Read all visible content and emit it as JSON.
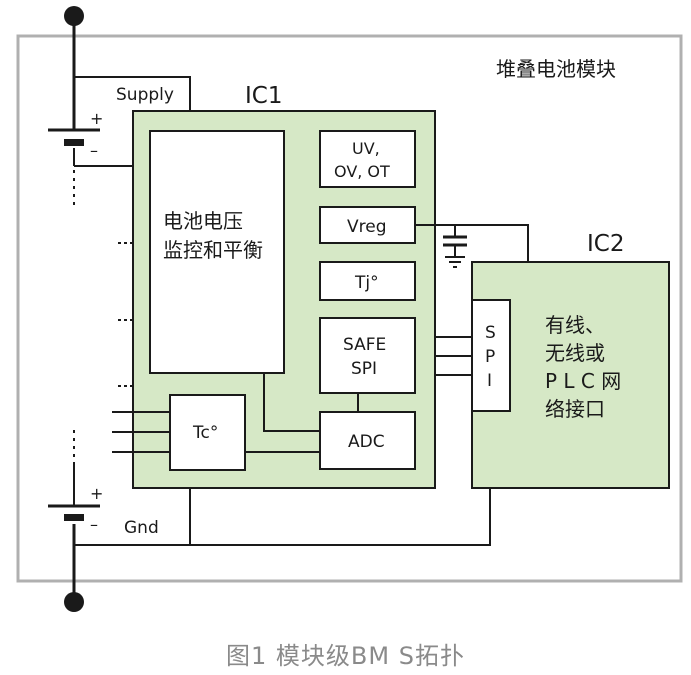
{
  "module_label": "堆叠电池模块",
  "supply_label": "Supply",
  "gnd_label": "Gnd",
  "plus_sign": "+",
  "minus_sign": "–",
  "ic1": {
    "title": "IC1",
    "monitor_line1": "电池电压",
    "monitor_line2": "监控和平衡",
    "protect_line1": "UV,",
    "protect_line2": "OV, OT",
    "vreg": "Vreg",
    "tj": "Tj°",
    "safe_line1": "SAFE",
    "safe_line2": "SPI",
    "adc": "ADC",
    "tc": "Tc°"
  },
  "ic2": {
    "title": "IC2",
    "spi_s": "S",
    "spi_p": "P",
    "spi_i": "I",
    "desc_line1": "有线、",
    "desc_line2": "无线或",
    "desc_line3": "P L C 网",
    "desc_line4": "络接口"
  },
  "caption": "图1 模块级BM S拓扑",
  "colors": {
    "ic_fill": "#d6e8c6",
    "block_fill": "#ffffff",
    "frame": "#b0b0b0",
    "line": "#1a1a1a",
    "caption": "#8a8a8a"
  }
}
